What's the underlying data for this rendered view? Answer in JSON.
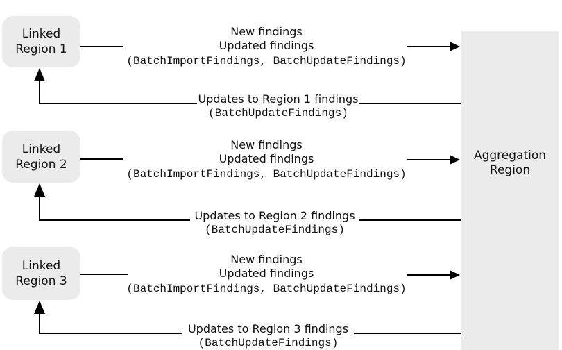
{
  "aggregation": {
    "line1": "Aggregation",
    "line2": "Region"
  },
  "regions": [
    {
      "box": {
        "line1": "Linked",
        "line2": "Region 1"
      },
      "forward": {
        "line1": "New findings",
        "line2": "Updated findings",
        "api": "(BatchImportFindings, BatchUpdateFindings)"
      },
      "back": {
        "label": "Updates to Region 1 findings",
        "api": "(BatchUpdateFindings)"
      }
    },
    {
      "box": {
        "line1": "Linked",
        "line2": "Region 2"
      },
      "forward": {
        "line1": "New findings",
        "line2": "Updated findings",
        "api": "(BatchImportFindings, BatchUpdateFindings)"
      },
      "back": {
        "label": "Updates to Region 2 findings",
        "api": "(BatchUpdateFindings)"
      }
    },
    {
      "box": {
        "line1": "Linked",
        "line2": "Region 3"
      },
      "forward": {
        "line1": "New findings",
        "line2": "Updated findings",
        "api": "(BatchImportFindings, BatchUpdateFindings)"
      },
      "back": {
        "label": "Updates to Region 3 findings",
        "api": "(BatchUpdateFindings)"
      }
    }
  ],
  "colors": {
    "box_fill": "#ebebeb",
    "line": "#000000",
    "text": "#111111"
  }
}
